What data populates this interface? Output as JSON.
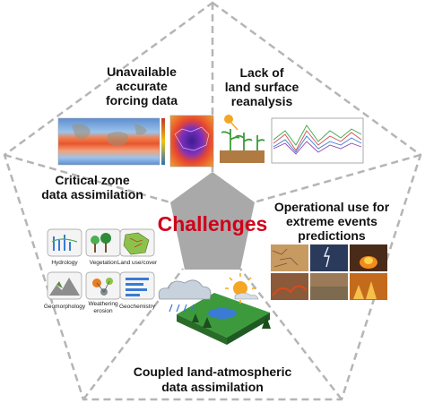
{
  "center": {
    "label": "Challenges"
  },
  "sections": {
    "forcing": {
      "lines": [
        "Unavailable",
        "accurate",
        "forcing data"
      ]
    },
    "reanalysis": {
      "lines": [
        "Lack of",
        "land surface",
        "reanalysis"
      ]
    },
    "critical_zone": {
      "lines": [
        "Critical zone",
        "data assimilation"
      ],
      "icons": [
        "Hydrology",
        "Vegetation",
        "Land use/cover",
        "Geomorphology",
        "Weathering",
        "erosion",
        "Geochemistry"
      ]
    },
    "operational": {
      "lines": [
        "Operational use for",
        "extreme events",
        "predictions"
      ]
    },
    "coupled": {
      "lines": [
        "Coupled land-atmospheric",
        "data assimilation"
      ]
    }
  },
  "colors": {
    "center_pentagon": "#a9a9a9",
    "center_text": "#d0021b",
    "dashed_lines": "#b5b5b5"
  }
}
